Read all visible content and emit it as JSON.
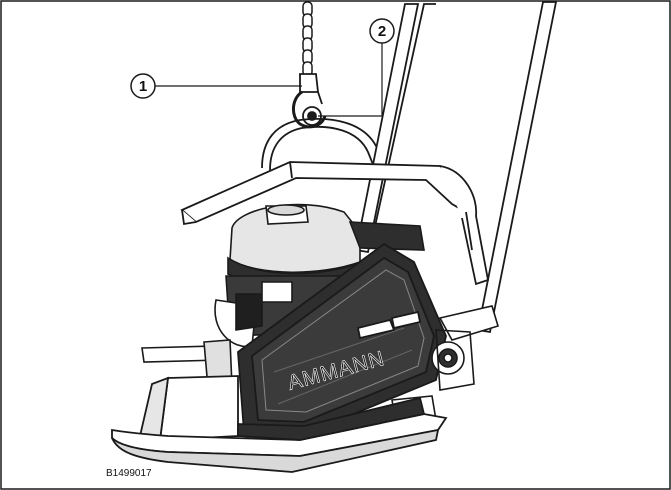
{
  "figure": {
    "id_label": "B1499017",
    "brand_text": "AMMANN",
    "callouts": [
      {
        "number": "1"
      },
      {
        "number": "2"
      }
    ]
  },
  "colors": {
    "line": "#1a1a1a",
    "body_dark": "#2e2e2e",
    "body_mid": "#555555",
    "body_light": "#d9d9d9",
    "background": "#ffffff"
  }
}
